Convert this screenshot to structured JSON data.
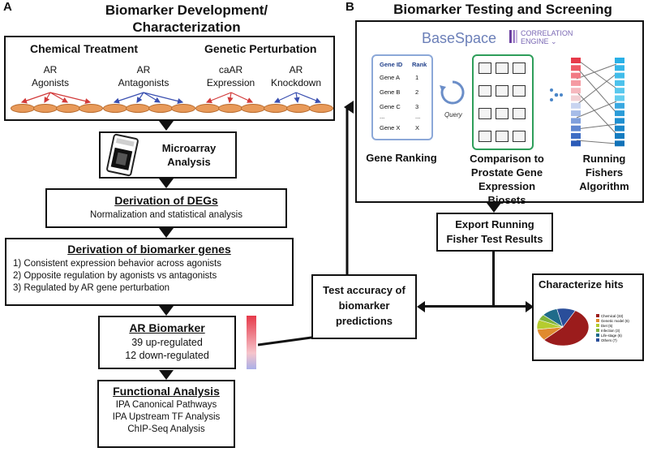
{
  "panel_a": {
    "letter": "A",
    "title_line1": "Biomarker Development/",
    "title_line2": "Characterization",
    "treatments": {
      "chemical_header": "Chemical Treatment",
      "genetic_header": "Genetic Perturbation",
      "groups": [
        {
          "line1": "AR",
          "line2": "Agonists"
        },
        {
          "line1": "AR",
          "line2": "Antagonists"
        },
        {
          "line1": "caAR",
          "line2": "Expression"
        },
        {
          "line1": "AR",
          "line2": "Knockdown"
        }
      ]
    },
    "microarray": {
      "line1": "Microarray",
      "line2": "Analysis"
    },
    "degs": {
      "title": "Derivation of DEGs",
      "subtitle": "Normalization and statistical analysis"
    },
    "biomarker_genes": {
      "title": "Derivation of biomarker genes",
      "items": [
        "1) Consistent expression behavior across agonists",
        "2) Opposite regulation by agonists vs antagonists",
        "3) Regulated by AR gene perturbation"
      ]
    },
    "ar_biomarker": {
      "title": "AR Biomarker",
      "up": "39 up-regulated",
      "down": "12 down-regulated"
    },
    "functional": {
      "title": "Functional Analysis",
      "items": [
        "IPA Canonical Pathways",
        "IPA Upstream TF Analysis",
        "ChIP-Seq Analysis"
      ]
    }
  },
  "panel_b": {
    "letter": "B",
    "title": "Biomarker Testing and Screening",
    "basespace": {
      "logo": "BaseSpace",
      "engine_line1": "CORRELATION",
      "engine_line2": "ENGINE ⌄"
    },
    "gene_table": {
      "headers": [
        "Gene ID",
        "Rank"
      ],
      "rows": [
        [
          "Gene A",
          "1"
        ],
        [
          "Gene B",
          "2"
        ],
        [
          "Gene C",
          "3"
        ],
        [
          "...",
          "..."
        ],
        [
          "Gene X",
          "X"
        ]
      ]
    },
    "query_label": "Query",
    "labels": {
      "gene_ranking": "Gene Ranking",
      "comparison_line1": "Comparison to",
      "comparison_line2": "Prostate Gene",
      "comparison_line3": "Expression Biosets",
      "running_line1": "Running",
      "running_line2": "Fishers",
      "running_line3": "Algorithm"
    },
    "export": {
      "line1": "Export Running",
      "line2": "Fisher Test Results"
    },
    "test_accuracy": {
      "line1": "Test accuracy of",
      "line2": "biomarker",
      "line3": "predictions"
    },
    "characterize": {
      "title": "Characterize hits",
      "legend": [
        {
          "label": "Chemical (33)",
          "color": "#9b1c1c"
        },
        {
          "label": "Genetic model (6)",
          "color": "#e08a2e"
        },
        {
          "label": "Diet (5)",
          "color": "#b5cc2f"
        },
        {
          "label": "Infection (3)",
          "color": "#7fb33a"
        },
        {
          "label": "Life-stage (6)",
          "color": "#1f6b8a"
        },
        {
          "label": "Others (7)",
          "color": "#2a4e9a"
        }
      ],
      "pie_values": [
        33,
        6,
        5,
        3,
        6,
        7
      ]
    }
  }
}
